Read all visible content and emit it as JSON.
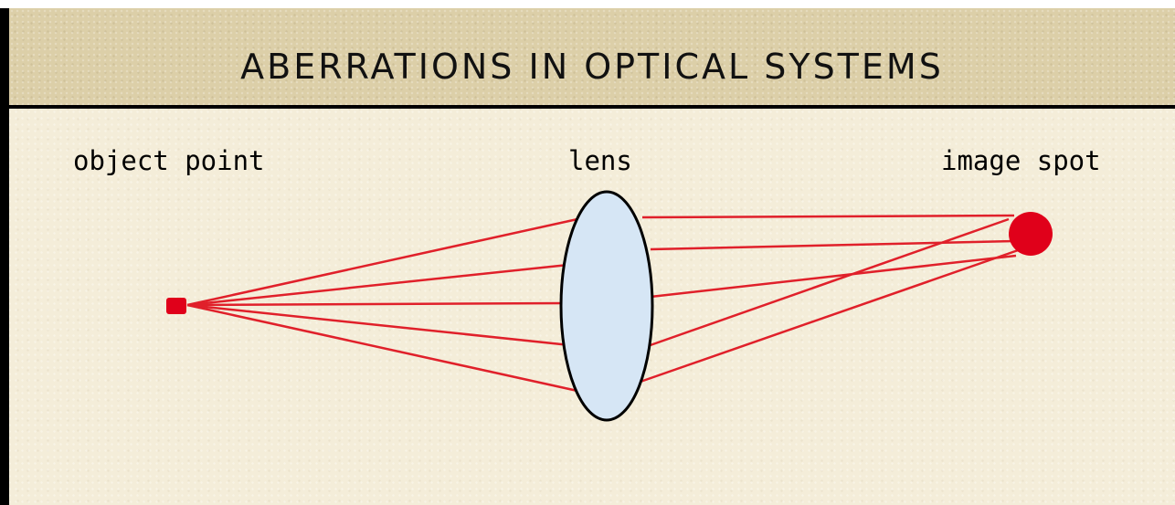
{
  "title": "ABERRATIONS IN OPTICAL SYSTEMS",
  "labels": {
    "object": "object point",
    "lens": "lens",
    "image": "image spot"
  },
  "colors": {
    "ray": "#e0202a",
    "point": "#e0001a",
    "lens_fill": "#d6e6f5",
    "lens_stroke": "#000000",
    "background": "#f4edd9",
    "header": "#dccfa8"
  }
}
